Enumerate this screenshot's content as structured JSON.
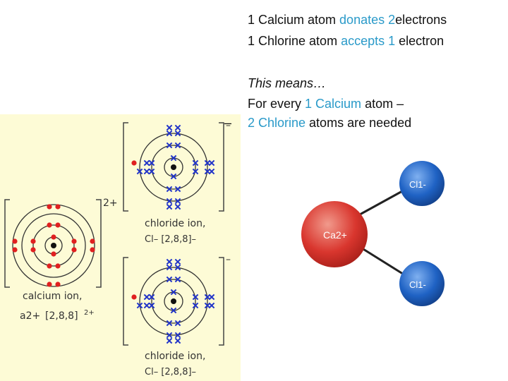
{
  "text": {
    "line1": {
      "a": "1 Calcium atom ",
      "b": "donates 2",
      "c": "electrons"
    },
    "line2": {
      "a": "1 Chlorine atom ",
      "b": "accepts 1",
      "c": " electron"
    },
    "means": "This means…",
    "line4": {
      "a": "For every ",
      "b": "1 Calcium",
      "c": " atom –"
    },
    "line5": {
      "a": "2 Chlorine",
      "b": " atoms are needed"
    },
    "dash": "–"
  },
  "diagram": {
    "calcium_label": "calcium ion,",
    "calcium_formula": "a2+",
    "calcium_config": "[2,8,8]",
    "calcium_charge": "2+",
    "calcium_bracket_charge": "2+",
    "chloride_label_1": "chloride ion,",
    "chloride_formula_1": "Cl– [2,8,8]–",
    "chloride_label_2": "chloride ion,",
    "chloride_formula_2": "Cl– [2,8,8]–",
    "chloride_bracket_charge_1": "–",
    "chloride_bracket_charge_2": "–"
  },
  "ions": {
    "cl_top": "Cl1-",
    "ca": "Ca2+",
    "cl_bottom": "Cl1-"
  },
  "colors": {
    "highlight": "#2a9ac9",
    "panel": "#fdfbd6",
    "electron_red": "#e02020",
    "electron_blue": "#2033c8",
    "ca_ball": "#d9362e",
    "cl_ball": "#1f62c4"
  }
}
